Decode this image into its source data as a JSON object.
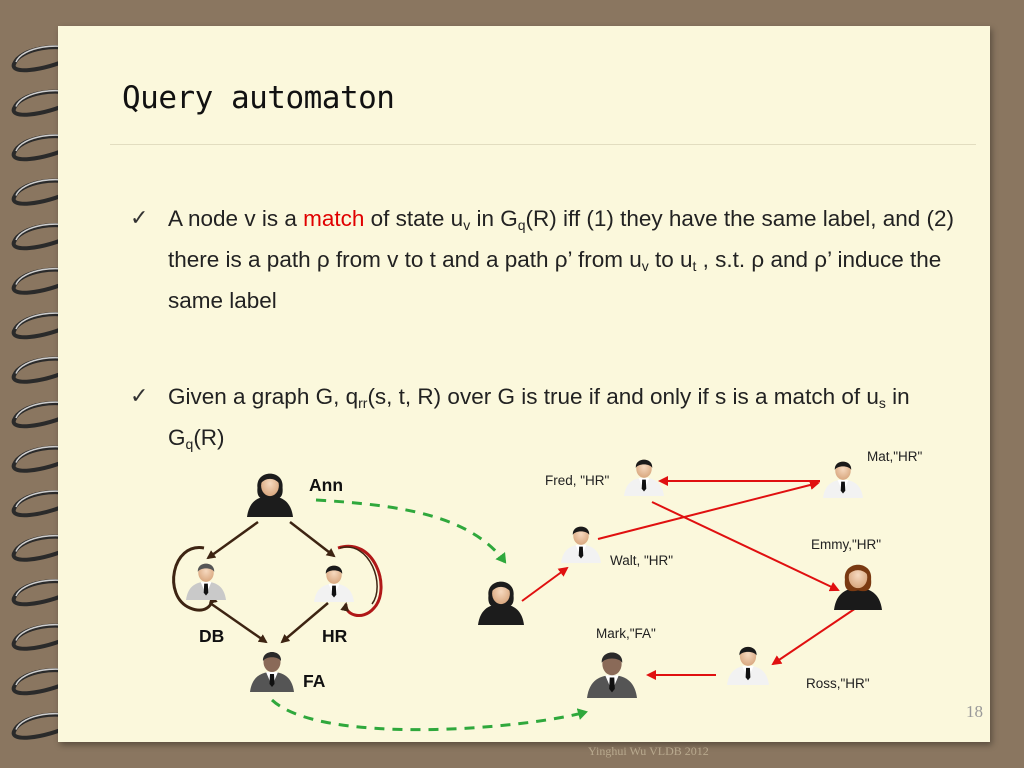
{
  "slide": {
    "title": "Query automaton",
    "page_number": "18",
    "footer": "Yinghui Wu VLDB  2012"
  },
  "bullets": [
    {
      "icon": "check-icon",
      "parts": {
        "p1": "A node v is a ",
        "match": "match",
        "p2": " of state u",
        "s1": "v",
        "p3": " in G",
        "s2": "q",
        "p4": "(R) iff (1) they have the same label, and (2) there is a path ρ from v to t and a path ρ’ from u",
        "s3": "v",
        "p5": "  to u",
        "s4": "t",
        "p6": " , s.t. ρ and ρ’ induce the same label"
      }
    },
    {
      "icon": "check-icon",
      "parts": {
        "p1": "Given a graph G, q",
        "s1": "rr",
        "p2": "(s, t, R) over G is true if and only if s is a match of u",
        "s2": "s",
        "p3": " in G",
        "s3": "q",
        "p4": "(R)"
      }
    }
  ],
  "query_graph": {
    "nodes": {
      "ann": "Ann",
      "db": "DB",
      "hr": "HR",
      "fa": "FA"
    }
  },
  "data_graph": {
    "nodes": {
      "fred": "Fred, \"HR\"",
      "mat": "Mat,\"HR\"",
      "walt": "Walt, \"HR\"",
      "emmy": "Emmy,\"HR\"",
      "mark": "Mark,\"FA\"",
      "ross": "Ross,\"HR\""
    }
  },
  "colors": {
    "query_edge": "#3d2412",
    "self_loop": "#b01818",
    "data_edge": "#e01010",
    "match_arrow": "#2fa83c",
    "emphasis": "#e00000"
  }
}
